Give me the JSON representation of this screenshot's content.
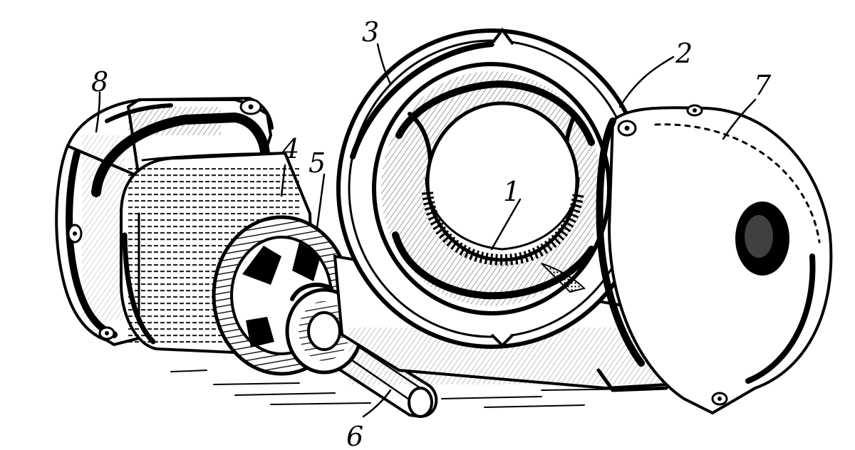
{
  "diagram": {
    "labels": {
      "rotor": "1",
      "stator_winding": "2",
      "stator_frame": "3",
      "rotor_core": "4",
      "fan": "5",
      "shaft": "6",
      "end_shield_front": "7",
      "end_shield_rear": "8"
    },
    "colors": {
      "ink": "#000000",
      "paper": "#ffffff"
    }
  }
}
